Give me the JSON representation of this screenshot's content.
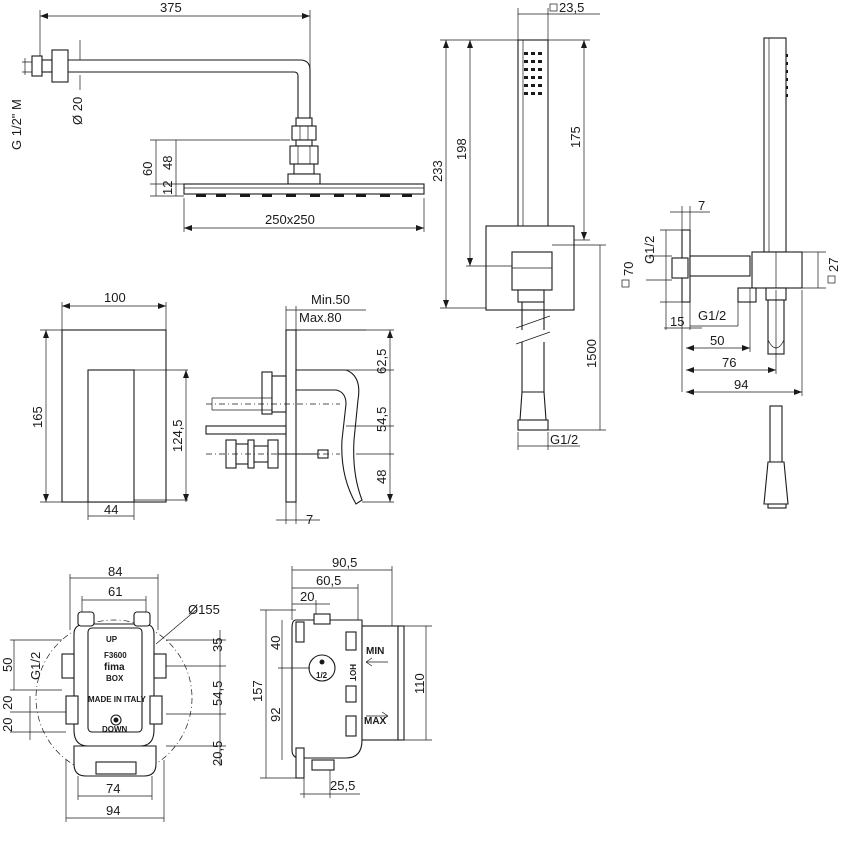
{
  "dimensions": {
    "arm_length": "375",
    "thread_left": "G 1/2\" M",
    "arm_diameter": "Ø 20",
    "head_60": "60",
    "head_48": "48",
    "head_12": "12",
    "head_size": "250x250",
    "hand_23_5": "23,5",
    "hand_233": "233",
    "hand_198": "198",
    "hand_175": "175",
    "hose_1500": "1500",
    "hose_thread": "G1/2",
    "holder_7": "7",
    "holder_g12_top": "G1/2",
    "holder_70": "70",
    "holder_27": "27",
    "holder_15": "15",
    "holder_g12_bottom": "G1/2",
    "holder_50": "50",
    "holder_76": "76",
    "holder_94": "94",
    "plate_100": "100",
    "plate_165": "165",
    "plate_124_5": "124,5",
    "plate_44": "44",
    "side_min": "Min.50",
    "side_max": "Max.80",
    "side_62_5": "62,5",
    "side_54_5": "54,5",
    "side_48": "48",
    "side_7": "7",
    "box_84": "84",
    "box_61": "61",
    "box_155": "Ø155",
    "box_50": "50",
    "box_g12": "G1/2",
    "box_35": "35",
    "box_54_5": "54,5",
    "box_20a": "20",
    "box_20b": "20",
    "box_20_5": "20,5",
    "box_74": "74",
    "box_94": "94",
    "rbox_90_5": "90,5",
    "rbox_60_5": "60,5",
    "rbox_20": "20",
    "rbox_40": "40",
    "rbox_157": "157",
    "rbox_92": "92",
    "rbox_110": "110",
    "rbox_25_5": "25,5"
  },
  "box_labels": {
    "up": "UP",
    "down": "DOWN",
    "model": "F3600",
    "brand": "fima",
    "box": "BOX",
    "made": "MADE IN ITALY",
    "half": "1/2",
    "min": "MIN",
    "max": "MAX",
    "hot": "HOT"
  }
}
